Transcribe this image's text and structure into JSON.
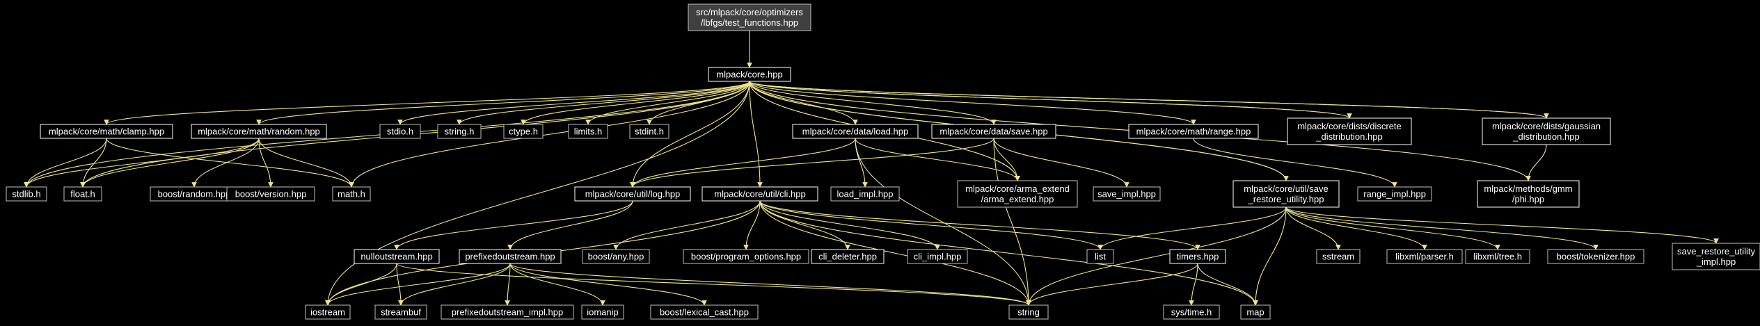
{
  "colors": {
    "background": "#000000",
    "root_fill": "#404040",
    "edge": "#f0e68c",
    "text": "#ffffff",
    "border_bright": "#ffffff",
    "border_dim": "#bfbfbf"
  },
  "nodes": [
    {
      "id": "root",
      "lines": [
        "src/mlpack/core/optimizers",
        "/lbfgs/test_functions.hpp"
      ],
      "style": "root"
    },
    {
      "id": "core",
      "lines": [
        "mlpack/core.hpp"
      ],
      "style": "bright"
    },
    {
      "id": "clamp",
      "lines": [
        "mlpack/core/math/clamp.hpp"
      ],
      "style": "bright"
    },
    {
      "id": "random",
      "lines": [
        "mlpack/core/math/random.hpp"
      ],
      "style": "bright"
    },
    {
      "id": "stdio",
      "lines": [
        "stdio.h"
      ],
      "style": "dim"
    },
    {
      "id": "string_h",
      "lines": [
        "string.h"
      ],
      "style": "dim"
    },
    {
      "id": "ctype",
      "lines": [
        "ctype.h"
      ],
      "style": "dim"
    },
    {
      "id": "limits",
      "lines": [
        "limits.h"
      ],
      "style": "dim"
    },
    {
      "id": "stdint",
      "lines": [
        "stdint.h"
      ],
      "style": "dim"
    },
    {
      "id": "load",
      "lines": [
        "mlpack/core/data/load.hpp"
      ],
      "style": "bright"
    },
    {
      "id": "save",
      "lines": [
        "mlpack/core/data/save.hpp"
      ],
      "style": "bright"
    },
    {
      "id": "range",
      "lines": [
        "mlpack/core/math/range.hpp"
      ],
      "style": "bright"
    },
    {
      "id": "discrete",
      "lines": [
        "mlpack/core/dists/discrete",
        "_distribution.hpp"
      ],
      "style": "bright"
    },
    {
      "id": "gaussian",
      "lines": [
        "mlpack/core/dists/gaussian",
        "_distribution.hpp"
      ],
      "style": "bright"
    },
    {
      "id": "stdlib",
      "lines": [
        "stdlib.h"
      ],
      "style": "dim"
    },
    {
      "id": "float",
      "lines": [
        "float.h"
      ],
      "style": "dim"
    },
    {
      "id": "boost_random",
      "lines": [
        "boost/random.hpp"
      ],
      "style": "dim"
    },
    {
      "id": "boost_version",
      "lines": [
        "boost/version.hpp"
      ],
      "style": "dim"
    },
    {
      "id": "math",
      "lines": [
        "math.h"
      ],
      "style": "dim"
    },
    {
      "id": "log",
      "lines": [
        "mlpack/core/util/log.hpp"
      ],
      "style": "bright"
    },
    {
      "id": "cli",
      "lines": [
        "mlpack/core/util/cli.hpp"
      ],
      "style": "bright"
    },
    {
      "id": "load_impl",
      "lines": [
        "load_impl.hpp"
      ],
      "style": "dim"
    },
    {
      "id": "arma_extend",
      "lines": [
        "mlpack/core/arma_extend",
        "/arma_extend.hpp"
      ],
      "style": "dim"
    },
    {
      "id": "save_impl",
      "lines": [
        "save_impl.hpp"
      ],
      "style": "dim"
    },
    {
      "id": "save_restore",
      "lines": [
        "mlpack/core/util/save",
        "_restore_utility.hpp"
      ],
      "style": "bright"
    },
    {
      "id": "range_impl",
      "lines": [
        "range_impl.hpp"
      ],
      "style": "dim"
    },
    {
      "id": "phi",
      "lines": [
        "mlpack/methods/gmm",
        "/phi.hpp"
      ],
      "style": "bright"
    },
    {
      "id": "nullout",
      "lines": [
        "nulloutstream.hpp"
      ],
      "style": "bright"
    },
    {
      "id": "prefixed",
      "lines": [
        "prefixedoutstream.hpp"
      ],
      "style": "bright"
    },
    {
      "id": "boost_any",
      "lines": [
        "boost/any.hpp"
      ],
      "style": "dim"
    },
    {
      "id": "boost_po",
      "lines": [
        "boost/program_options.hpp"
      ],
      "style": "dim"
    },
    {
      "id": "cli_deleter",
      "lines": [
        "cli_deleter.hpp"
      ],
      "style": "bright"
    },
    {
      "id": "cli_impl",
      "lines": [
        "cli_impl.hpp"
      ],
      "style": "dim"
    },
    {
      "id": "list",
      "lines": [
        "list"
      ],
      "style": "dim"
    },
    {
      "id": "timers",
      "lines": [
        "timers.hpp"
      ],
      "style": "bright"
    },
    {
      "id": "sstream",
      "lines": [
        "sstream"
      ],
      "style": "dim"
    },
    {
      "id": "libxml_parser",
      "lines": [
        "libxml/parser.h"
      ],
      "style": "dim"
    },
    {
      "id": "libxml_tree",
      "lines": [
        "libxml/tree.h"
      ],
      "style": "dim"
    },
    {
      "id": "boost_tokenizer",
      "lines": [
        "boost/tokenizer.hpp"
      ],
      "style": "dim"
    },
    {
      "id": "sr_impl",
      "lines": [
        "save_restore_utility",
        "_impl.hpp"
      ],
      "style": "dim"
    },
    {
      "id": "iostream",
      "lines": [
        "iostream"
      ],
      "style": "dim"
    },
    {
      "id": "streambuf",
      "lines": [
        "streambuf"
      ],
      "style": "dim"
    },
    {
      "id": "prefixed_impl",
      "lines": [
        "prefixedoutstream_impl.hpp"
      ],
      "style": "dim"
    },
    {
      "id": "iomanip",
      "lines": [
        "iomanip"
      ],
      "style": "dim"
    },
    {
      "id": "lexical_cast",
      "lines": [
        "boost/lexical_cast.hpp"
      ],
      "style": "dim"
    },
    {
      "id": "string",
      "lines": [
        "string"
      ],
      "style": "dim"
    },
    {
      "id": "systime",
      "lines": [
        "sys/time.h"
      ],
      "style": "dim"
    },
    {
      "id": "map",
      "lines": [
        "map"
      ],
      "style": "dim"
    }
  ],
  "edges": [
    [
      "root",
      "core"
    ],
    [
      "core",
      "clamp"
    ],
    [
      "core",
      "random"
    ],
    [
      "core",
      "stdio"
    ],
    [
      "core",
      "string_h"
    ],
    [
      "core",
      "ctype"
    ],
    [
      "core",
      "limits"
    ],
    [
      "core",
      "stdint"
    ],
    [
      "core",
      "load"
    ],
    [
      "core",
      "save"
    ],
    [
      "core",
      "range"
    ],
    [
      "core",
      "discrete"
    ],
    [
      "core",
      "gaussian"
    ],
    [
      "core",
      "stdlib"
    ],
    [
      "core",
      "float"
    ],
    [
      "core",
      "math"
    ],
    [
      "core",
      "log"
    ],
    [
      "core",
      "cli"
    ],
    [
      "core",
      "arma_extend"
    ],
    [
      "core",
      "save_restore"
    ],
    [
      "core",
      "iostream"
    ],
    [
      "clamp",
      "stdlib"
    ],
    [
      "clamp",
      "float"
    ],
    [
      "clamp",
      "math"
    ],
    [
      "random",
      "stdlib"
    ],
    [
      "random",
      "float"
    ],
    [
      "random",
      "boost_random"
    ],
    [
      "random",
      "boost_version"
    ],
    [
      "random",
      "math"
    ],
    [
      "load",
      "log"
    ],
    [
      "load",
      "load_impl"
    ],
    [
      "load",
      "arma_extend"
    ],
    [
      "load",
      "string"
    ],
    [
      "save",
      "log"
    ],
    [
      "save",
      "arma_extend"
    ],
    [
      "save",
      "save_impl"
    ],
    [
      "save",
      "string"
    ],
    [
      "range",
      "range_impl"
    ],
    [
      "discrete",
      "core"
    ],
    [
      "gaussian",
      "core"
    ],
    [
      "gaussian",
      "phi"
    ],
    [
      "phi",
      "core"
    ],
    [
      "save_restore",
      "core"
    ],
    [
      "log",
      "nullout"
    ],
    [
      "log",
      "prefixed"
    ],
    [
      "cli",
      "boost_any"
    ],
    [
      "cli",
      "boost_po"
    ],
    [
      "cli",
      "cli_deleter"
    ],
    [
      "cli",
      "cli_impl"
    ],
    [
      "cli",
      "list"
    ],
    [
      "cli",
      "timers"
    ],
    [
      "cli",
      "iostream"
    ],
    [
      "cli",
      "string"
    ],
    [
      "cli",
      "map"
    ],
    [
      "save_restore",
      "list"
    ],
    [
      "save_restore",
      "sstream"
    ],
    [
      "save_restore",
      "libxml_parser"
    ],
    [
      "save_restore",
      "libxml_tree"
    ],
    [
      "save_restore",
      "boost_tokenizer"
    ],
    [
      "save_restore",
      "sr_impl"
    ],
    [
      "save_restore",
      "string"
    ],
    [
      "save_restore",
      "map"
    ],
    [
      "nullout",
      "iostream"
    ],
    [
      "nullout",
      "streambuf"
    ],
    [
      "nullout",
      "string"
    ],
    [
      "prefixed",
      "iostream"
    ],
    [
      "prefixed",
      "streambuf"
    ],
    [
      "prefixed",
      "prefixed_impl"
    ],
    [
      "prefixed",
      "iomanip"
    ],
    [
      "prefixed",
      "lexical_cast"
    ],
    [
      "prefixed",
      "string"
    ],
    [
      "timers",
      "string"
    ],
    [
      "timers",
      "systime"
    ],
    [
      "timers",
      "map"
    ]
  ]
}
